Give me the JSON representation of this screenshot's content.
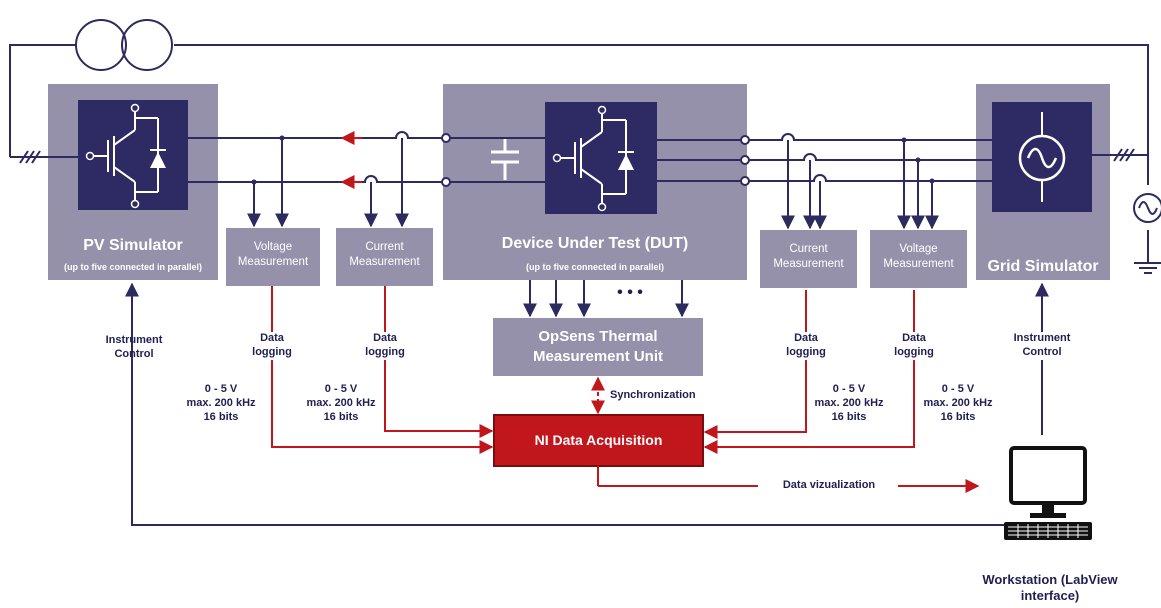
{
  "colors": {
    "block_fill": "#9691ab",
    "device_fill": "#2e2a63",
    "wire": "#2c2a5e",
    "signal_red": "#c0161c",
    "daq_fill": "#c0161c"
  },
  "blocks": {
    "pv_simulator": {
      "title": "PV Simulator",
      "subtitle": "(up to five connected in parallel)"
    },
    "dut": {
      "title": "Device Under Test (DUT)",
      "subtitle": "(up to five connected in parallel)"
    },
    "grid_simulator": {
      "title": "Grid Simulator"
    },
    "voltage_meas_left": {
      "line1": "Voltage",
      "line2": "Measurement"
    },
    "current_meas_left": {
      "line1": "Current",
      "line2": "Measurement"
    },
    "current_meas_right": {
      "line1": "Current",
      "line2": "Measurement"
    },
    "voltage_meas_right": {
      "line1": "Voltage",
      "line2": "Measurement"
    },
    "opsens": {
      "line1": "OpSens Thermal",
      "line2": "Measurement Unit"
    },
    "ni_daq": {
      "title": "NI Data Acquisition"
    }
  },
  "labels": {
    "instrument_control_left": {
      "line1": "Instrument",
      "line2": "Control"
    },
    "instrument_control_right": {
      "line1": "Instrument",
      "line2": "Control"
    },
    "data_logging_1": {
      "line1": "Data",
      "line2": "logging"
    },
    "data_logging_2": {
      "line1": "Data",
      "line2": "logging"
    },
    "data_logging_3": {
      "line1": "Data",
      "line2": "logging"
    },
    "data_logging_4": {
      "line1": "Data",
      "line2": "logging"
    },
    "spec_1": {
      "line1": "0 - 5 V",
      "line2": "max. 200 kHz",
      "line3": "16 bits"
    },
    "spec_2": {
      "line1": "0 - 5 V",
      "line2": "max. 200 kHz",
      "line3": "16 bits"
    },
    "spec_3": {
      "line1": "0 - 5 V",
      "line2": "max. 200 kHz",
      "line3": "16 bits"
    },
    "spec_4": {
      "line1": "0 - 5 V",
      "line2": "max. 200 kHz",
      "line3": "16 bits"
    },
    "synchronization": "Synchronization",
    "data_visualization": "Data vizualization",
    "dots": "• • •",
    "workstation": {
      "line1": "Workstation (LabView",
      "line2": "interface)"
    }
  },
  "icons": [
    "transformer-icon",
    "igbt-module-icon",
    "capacitor-icon",
    "ac-source-icon",
    "ground-icon",
    "workstation-icon",
    "sine-source-icon"
  ]
}
